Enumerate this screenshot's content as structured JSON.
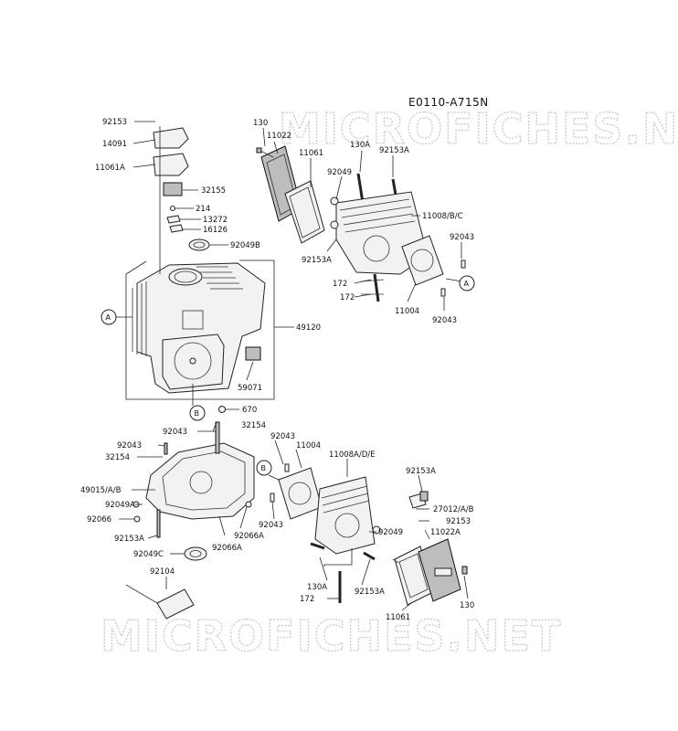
{
  "diagram_code": "E0110-A715N",
  "watermark_text": "MICROFICHES.NET",
  "callouts": {
    "a": "A",
    "b": "B"
  },
  "labels": {
    "p92153_tl": "92153",
    "p14091": "14091",
    "p11061A": "11061A",
    "p32155": "32155",
    "p214": "214",
    "p13272": "13272",
    "p16126": "16126",
    "p92049B": "92049B",
    "p49120": "49120",
    "p59071": "59071",
    "p670": "670",
    "p130_tr": "130",
    "p11022": "11022",
    "p11061_tr": "11061",
    "p92049_tr": "92049",
    "p130A_tr": "130A",
    "p92153A_tr": "92153A",
    "p11008BC": "11008/B/C",
    "p92043_tr1": "92043",
    "p92153A_tr2": "92153A",
    "p172_a": "172",
    "p172_b": "172",
    "p11004_tr": "11004",
    "p92043_tr2": "92043",
    "p92043_bl1": "92043",
    "p92043_bl2": "92043",
    "p32154_a": "32154",
    "p32154_b": "32154",
    "p49015AB": "49015/A/B",
    "p92049A": "92049A",
    "p92066": "92066",
    "p92066A_a": "92066A",
    "p92066A_b": "92066A",
    "p92153A_bl": "92153A",
    "p92049C": "92049C",
    "p92104": "92104",
    "p92043_br1": "92043",
    "p11004_br": "11004",
    "p11008ADE": "11008A/D/E",
    "p92153A_br1": "92153A",
    "p92043_br2": "92043",
    "p27012AB": "27012/A/B",
    "p92153_br": "92153",
    "p92049_br": "92049",
    "p11022A": "11022A",
    "p130A_br": "130A",
    "p92153A_br2": "92153A",
    "p172_br": "172",
    "p11061_br": "11061",
    "p130_br": "130"
  }
}
